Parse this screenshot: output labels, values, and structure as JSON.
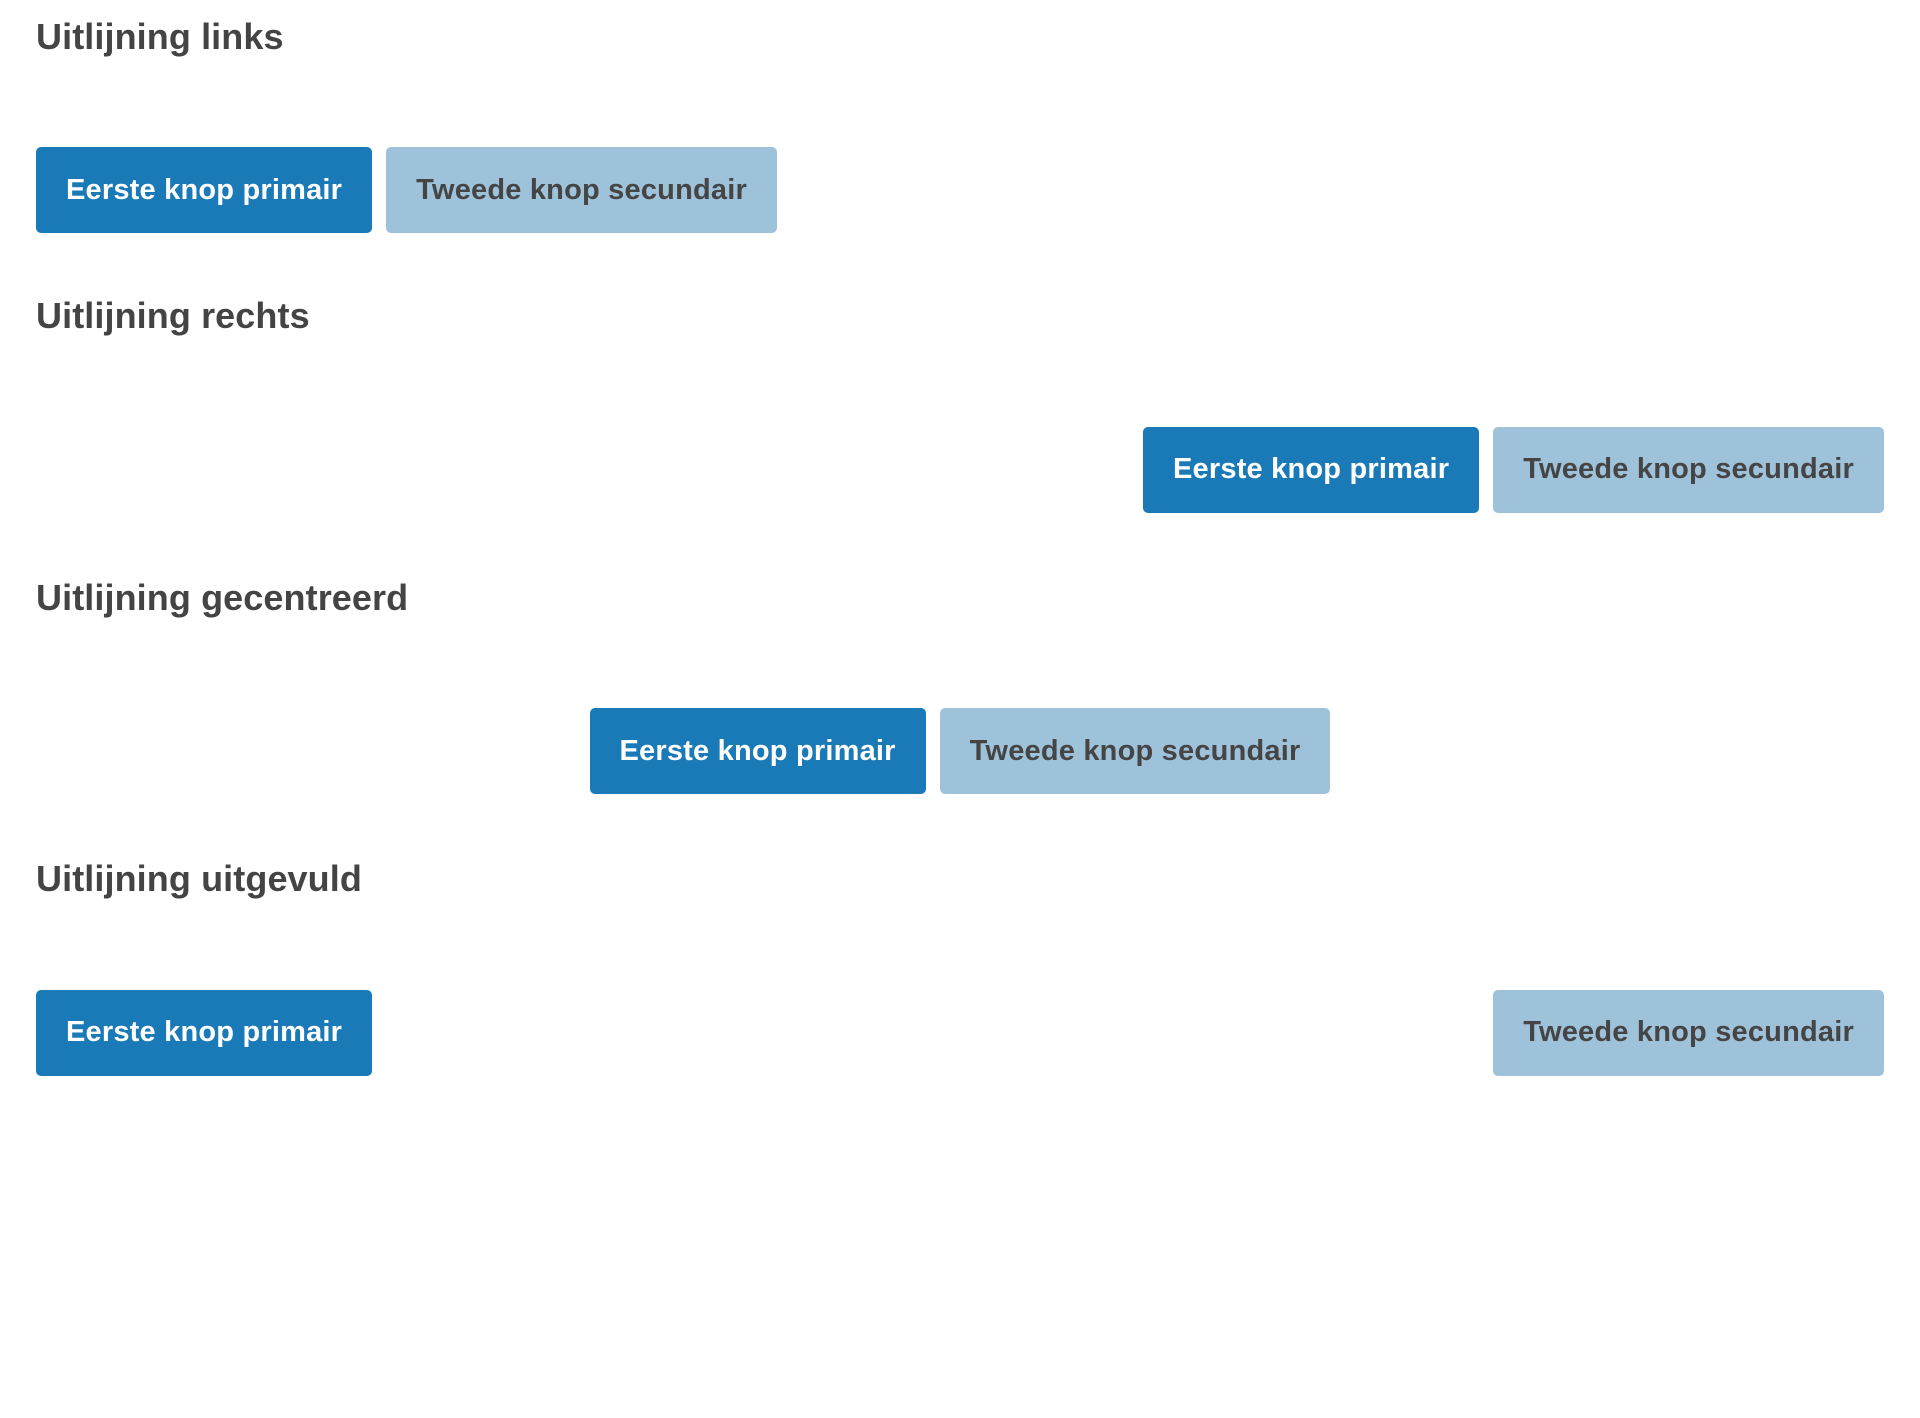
{
  "theme": {
    "background": "#ffffff",
    "heading_color": "#444444",
    "primary_bg": "#1a7ab8",
    "primary_text": "#ffffff",
    "secondary_bg": "#9fc2db",
    "secondary_text": "#454545"
  },
  "sections": [
    {
      "heading": "Uitlijning links",
      "alignment": "links",
      "buttons": {
        "primary_label": "Eerste knop primair",
        "secondary_label": "Tweede knop secundair"
      }
    },
    {
      "heading": "Uitlijning rechts",
      "alignment": "rechts",
      "buttons": {
        "primary_label": "Eerste knop primair",
        "secondary_label": "Tweede knop secundair"
      }
    },
    {
      "heading": "Uitlijning gecentreerd",
      "alignment": "gecentreerd",
      "buttons": {
        "primary_label": "Eerste knop primair",
        "secondary_label": "Tweede knop secundair"
      }
    },
    {
      "heading": "Uitlijning uitgevuld",
      "alignment": "uitgevuld",
      "buttons": {
        "primary_label": "Eerste knop primair",
        "secondary_label": "Tweede knop secundair"
      }
    }
  ]
}
